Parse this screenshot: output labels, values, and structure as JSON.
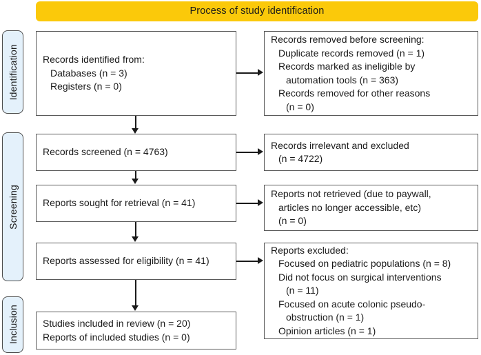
{
  "header": {
    "title": "Process of study identification",
    "bar_color": "#fbc90a"
  },
  "stages": [
    {
      "key": "identification",
      "label": "Identification"
    },
    {
      "key": "screening",
      "label": "Screening"
    },
    {
      "key": "inclusion",
      "label": "Inclusion"
    }
  ],
  "stage_tab_color": "#e4f1fb",
  "boxes": {
    "identified": {
      "name": "records-identified",
      "lines": [
        "Records identified from:",
        "Databases (n = 3)",
        "Registers (n = 0)"
      ]
    },
    "removed": {
      "name": "records-removed-before-screening",
      "lines": [
        "Records removed before screening:",
        "Duplicate records removed (n = 1)",
        "Records marked as ineligible by",
        "automation tools (n = 363)",
        "Records removed for other reasons",
        "(n = 0)"
      ]
    },
    "screened": {
      "name": "records-screened",
      "lines": [
        "Records screened (n = 4763)"
      ]
    },
    "irrelevant": {
      "name": "records-irrelevant-excluded",
      "lines": [
        "Records irrelevant and excluded",
        "(n = 4722)"
      ]
    },
    "sought": {
      "name": "reports-sought-for-retrieval",
      "lines": [
        "Reports sought for retrieval (n = 41)"
      ]
    },
    "not_retrieved": {
      "name": "reports-not-retrieved",
      "lines": [
        "Reports not retrieved (due to paywall,",
        "articles no longer accessible, etc)",
        "(n = 0)"
      ]
    },
    "assessed": {
      "name": "reports-assessed-for-eligibility",
      "lines": [
        "Reports assessed for eligibility (n = 41)"
      ]
    },
    "excluded": {
      "name": "reports-excluded",
      "lines": [
        "Reports excluded:",
        "Focused on pediatric populations (n = 8)",
        "Did not focus on surgical interventions",
        "(n = 11)",
        "Focused on acute colonic pseudo-",
        "obstruction (n = 1)",
        "Opinion articles (n = 1)"
      ]
    },
    "included": {
      "name": "studies-included",
      "lines": [
        "Studies included in review (n = 20)",
        "Reports of included studies (n = 0)"
      ]
    }
  },
  "chart_data": {
    "type": "diagram",
    "title": "Process of study identification",
    "flow": [
      {
        "stage": "Identification",
        "node": "Records identified from: Databases (n = 3); Registers (n = 0)",
        "n_databases": 3,
        "n_registers": 0
      },
      {
        "stage": "Identification",
        "node": "Records removed before screening",
        "duplicates_removed": 1,
        "ineligible_by_automation": 363,
        "removed_other_reasons": 0
      },
      {
        "stage": "Screening",
        "node": "Records screened",
        "n": 4763
      },
      {
        "stage": "Screening",
        "node": "Records irrelevant and excluded",
        "n": 4722
      },
      {
        "stage": "Screening",
        "node": "Reports sought for retrieval",
        "n": 41
      },
      {
        "stage": "Screening",
        "node": "Reports not retrieved (due to paywall, articles no longer accessible, etc)",
        "n": 0
      },
      {
        "stage": "Screening",
        "node": "Reports assessed for eligibility",
        "n": 41
      },
      {
        "stage": "Screening",
        "node": "Reports excluded",
        "pediatric_populations": 8,
        "not_surgical_interventions": 11,
        "acute_colonic_pseudo_obstruction": 1,
        "opinion_articles": 1
      },
      {
        "stage": "Inclusion",
        "node": "Studies included in review",
        "n": 20
      },
      {
        "stage": "Inclusion",
        "node": "Reports of included studies",
        "n": 0
      }
    ]
  }
}
